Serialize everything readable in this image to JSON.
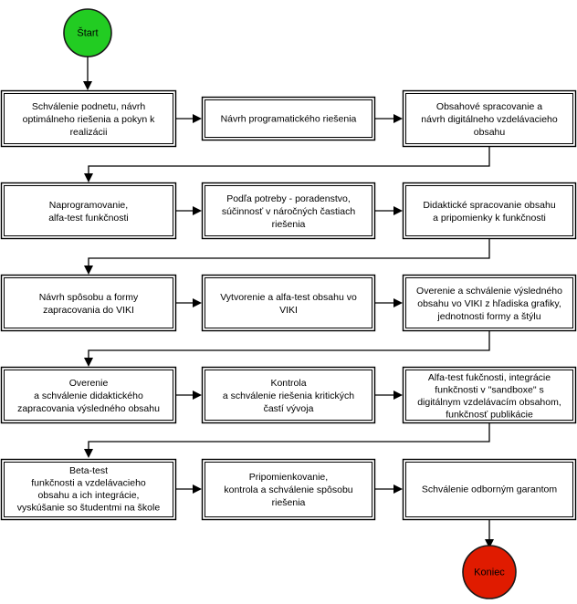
{
  "diagram": {
    "title": "Proces tvorby digitalneho vzdelavacieho obsahu",
    "language": "sk",
    "colors": {
      "start_fill": "#22cc22",
      "start_stroke": "#555555",
      "end_fill": "#e01b00",
      "end_stroke": "#000000",
      "box_fill": "#ffffff",
      "box_stroke": "#000000",
      "edge": "#000000",
      "text": "#000000",
      "background": "#ffffff"
    }
  },
  "terminals": {
    "start": {
      "label": "Štart"
    },
    "end": {
      "label": "Koniec"
    }
  },
  "rows": [
    {
      "index": 1,
      "boxes": [
        {
          "id": "r1c1",
          "lines": [
            "Schválenie podnetu, návrh",
            "optimálneho riešenia a pokyn k",
            "realizácii"
          ]
        },
        {
          "id": "r1c2",
          "lines": [
            "Návrh programatického riešenia"
          ]
        },
        {
          "id": "r1c3",
          "lines": [
            "Obsahové spracovanie a",
            "návrh digitálneho vzdelávacieho",
            "obsahu"
          ]
        }
      ]
    },
    {
      "index": 2,
      "boxes": [
        {
          "id": "r2c1",
          "lines": [
            "Naprogramovanie,",
            "alfa-test funkčnosti"
          ]
        },
        {
          "id": "r2c2",
          "lines": [
            "Podľa potreby - poradenstvo,",
            "súčinnosť v náročných častiach",
            "riešenia"
          ]
        },
        {
          "id": "r2c3",
          "lines": [
            "Didaktické spracovanie obsahu",
            "a pripomienky k funkčnosti"
          ]
        }
      ]
    },
    {
      "index": 3,
      "boxes": [
        {
          "id": "r3c1",
          "lines": [
            "Návrh spôsobu a formy",
            "zapracovania do VIKI"
          ]
        },
        {
          "id": "r3c2",
          "lines": [
            "Vytvorenie a alfa-test obsahu vo",
            "VIKI"
          ]
        },
        {
          "id": "r3c3",
          "lines": [
            "Overenie a schválenie výsledného",
            "obsahu vo VIKI z hľadiska grafiky,",
            "jednotnosti formy a štýlu"
          ]
        }
      ]
    },
    {
      "index": 4,
      "boxes": [
        {
          "id": "r4c1",
          "lines": [
            "Overenie",
            "a schválenie didaktického",
            "zapracovania výsledného obsahu"
          ]
        },
        {
          "id": "r4c2",
          "lines": [
            "Kontrola",
            "a schválenie riešenia kritických",
            "častí vývoja"
          ]
        },
        {
          "id": "r4c3",
          "lines": [
            "Alfa-test fukčnosti, integrácie",
            "funkčnosti v \"sandboxe\" s",
            "digitálnym vzdelávacím obsahom,",
            "funkčnosť publikácie"
          ]
        }
      ]
    },
    {
      "index": 5,
      "boxes": [
        {
          "id": "r5c1",
          "lines": [
            "Beta-test",
            "funkčnosti a  vzdelávacieho",
            "obsahu a ich integrácie,",
            "vyskúšanie so študentmi na škole"
          ]
        },
        {
          "id": "r5c2",
          "lines": [
            "Pripomienkovanie,",
            "kontrola a schválenie spôsobu",
            "riešenia"
          ]
        },
        {
          "id": "r5c3",
          "lines": [
            "Schválenie odborným garantom"
          ]
        }
      ]
    }
  ]
}
